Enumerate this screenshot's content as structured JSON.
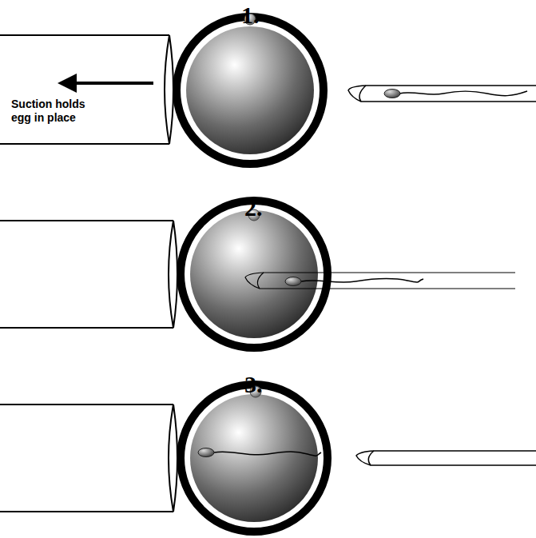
{
  "diagram": {
    "labels": [
      "1.",
      "2.",
      "3.",
      "Suction holds egg in place"
    ]
  }
}
